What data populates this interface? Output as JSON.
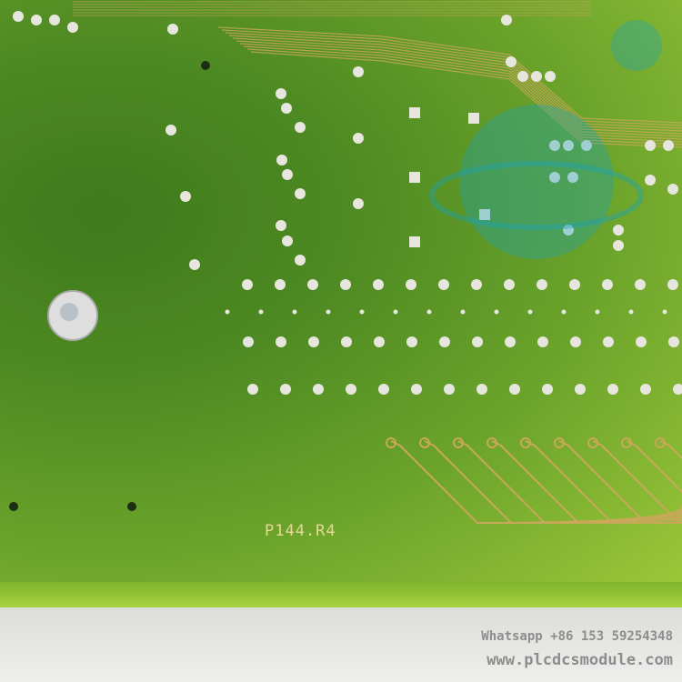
{
  "board": {
    "silkscreen_label": "P144.R4",
    "colors": {
      "pcb": "#5b9324",
      "pad": "#e6e6df",
      "trace": "#c9a85a"
    }
  },
  "watermark": {
    "whatsapp": "Whatsapp +86 153 59254348",
    "website": "www.plcdcsmodule.com",
    "logo_color": "#1aa3b8"
  }
}
